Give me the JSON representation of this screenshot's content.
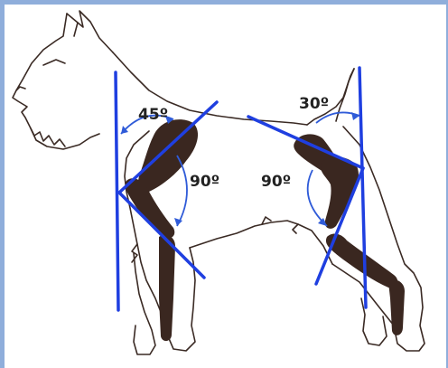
{
  "colors": {
    "frame": "#8faedb",
    "background": "#ffffff",
    "outline": "#3a2a24",
    "bone": "#3a2720",
    "guide_line": "#1f3fe0",
    "arc": "#2f5bd8"
  },
  "diagram": {
    "front_upper_angle": "45º",
    "front_lower_angle": "90º",
    "rear_upper_angle": "30º",
    "rear_lower_angle": "90º"
  }
}
